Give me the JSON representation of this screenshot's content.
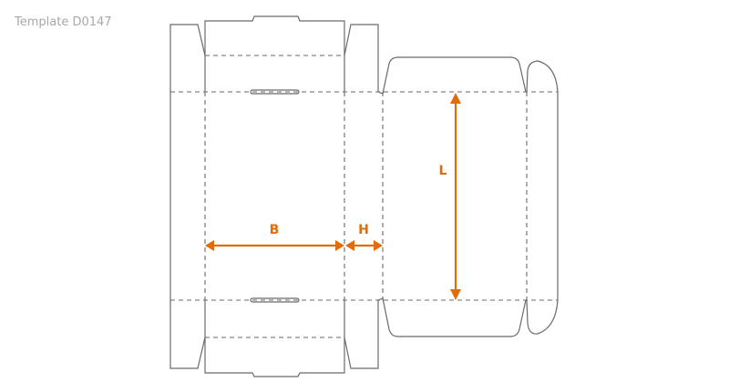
{
  "title": "Template D0147",
  "dimensions": {
    "b": "B",
    "h": "H",
    "l": "L"
  },
  "colors": {
    "dimension": "#e36c0a",
    "line": "#6a6a6a",
    "title": "#a8a8a8"
  }
}
